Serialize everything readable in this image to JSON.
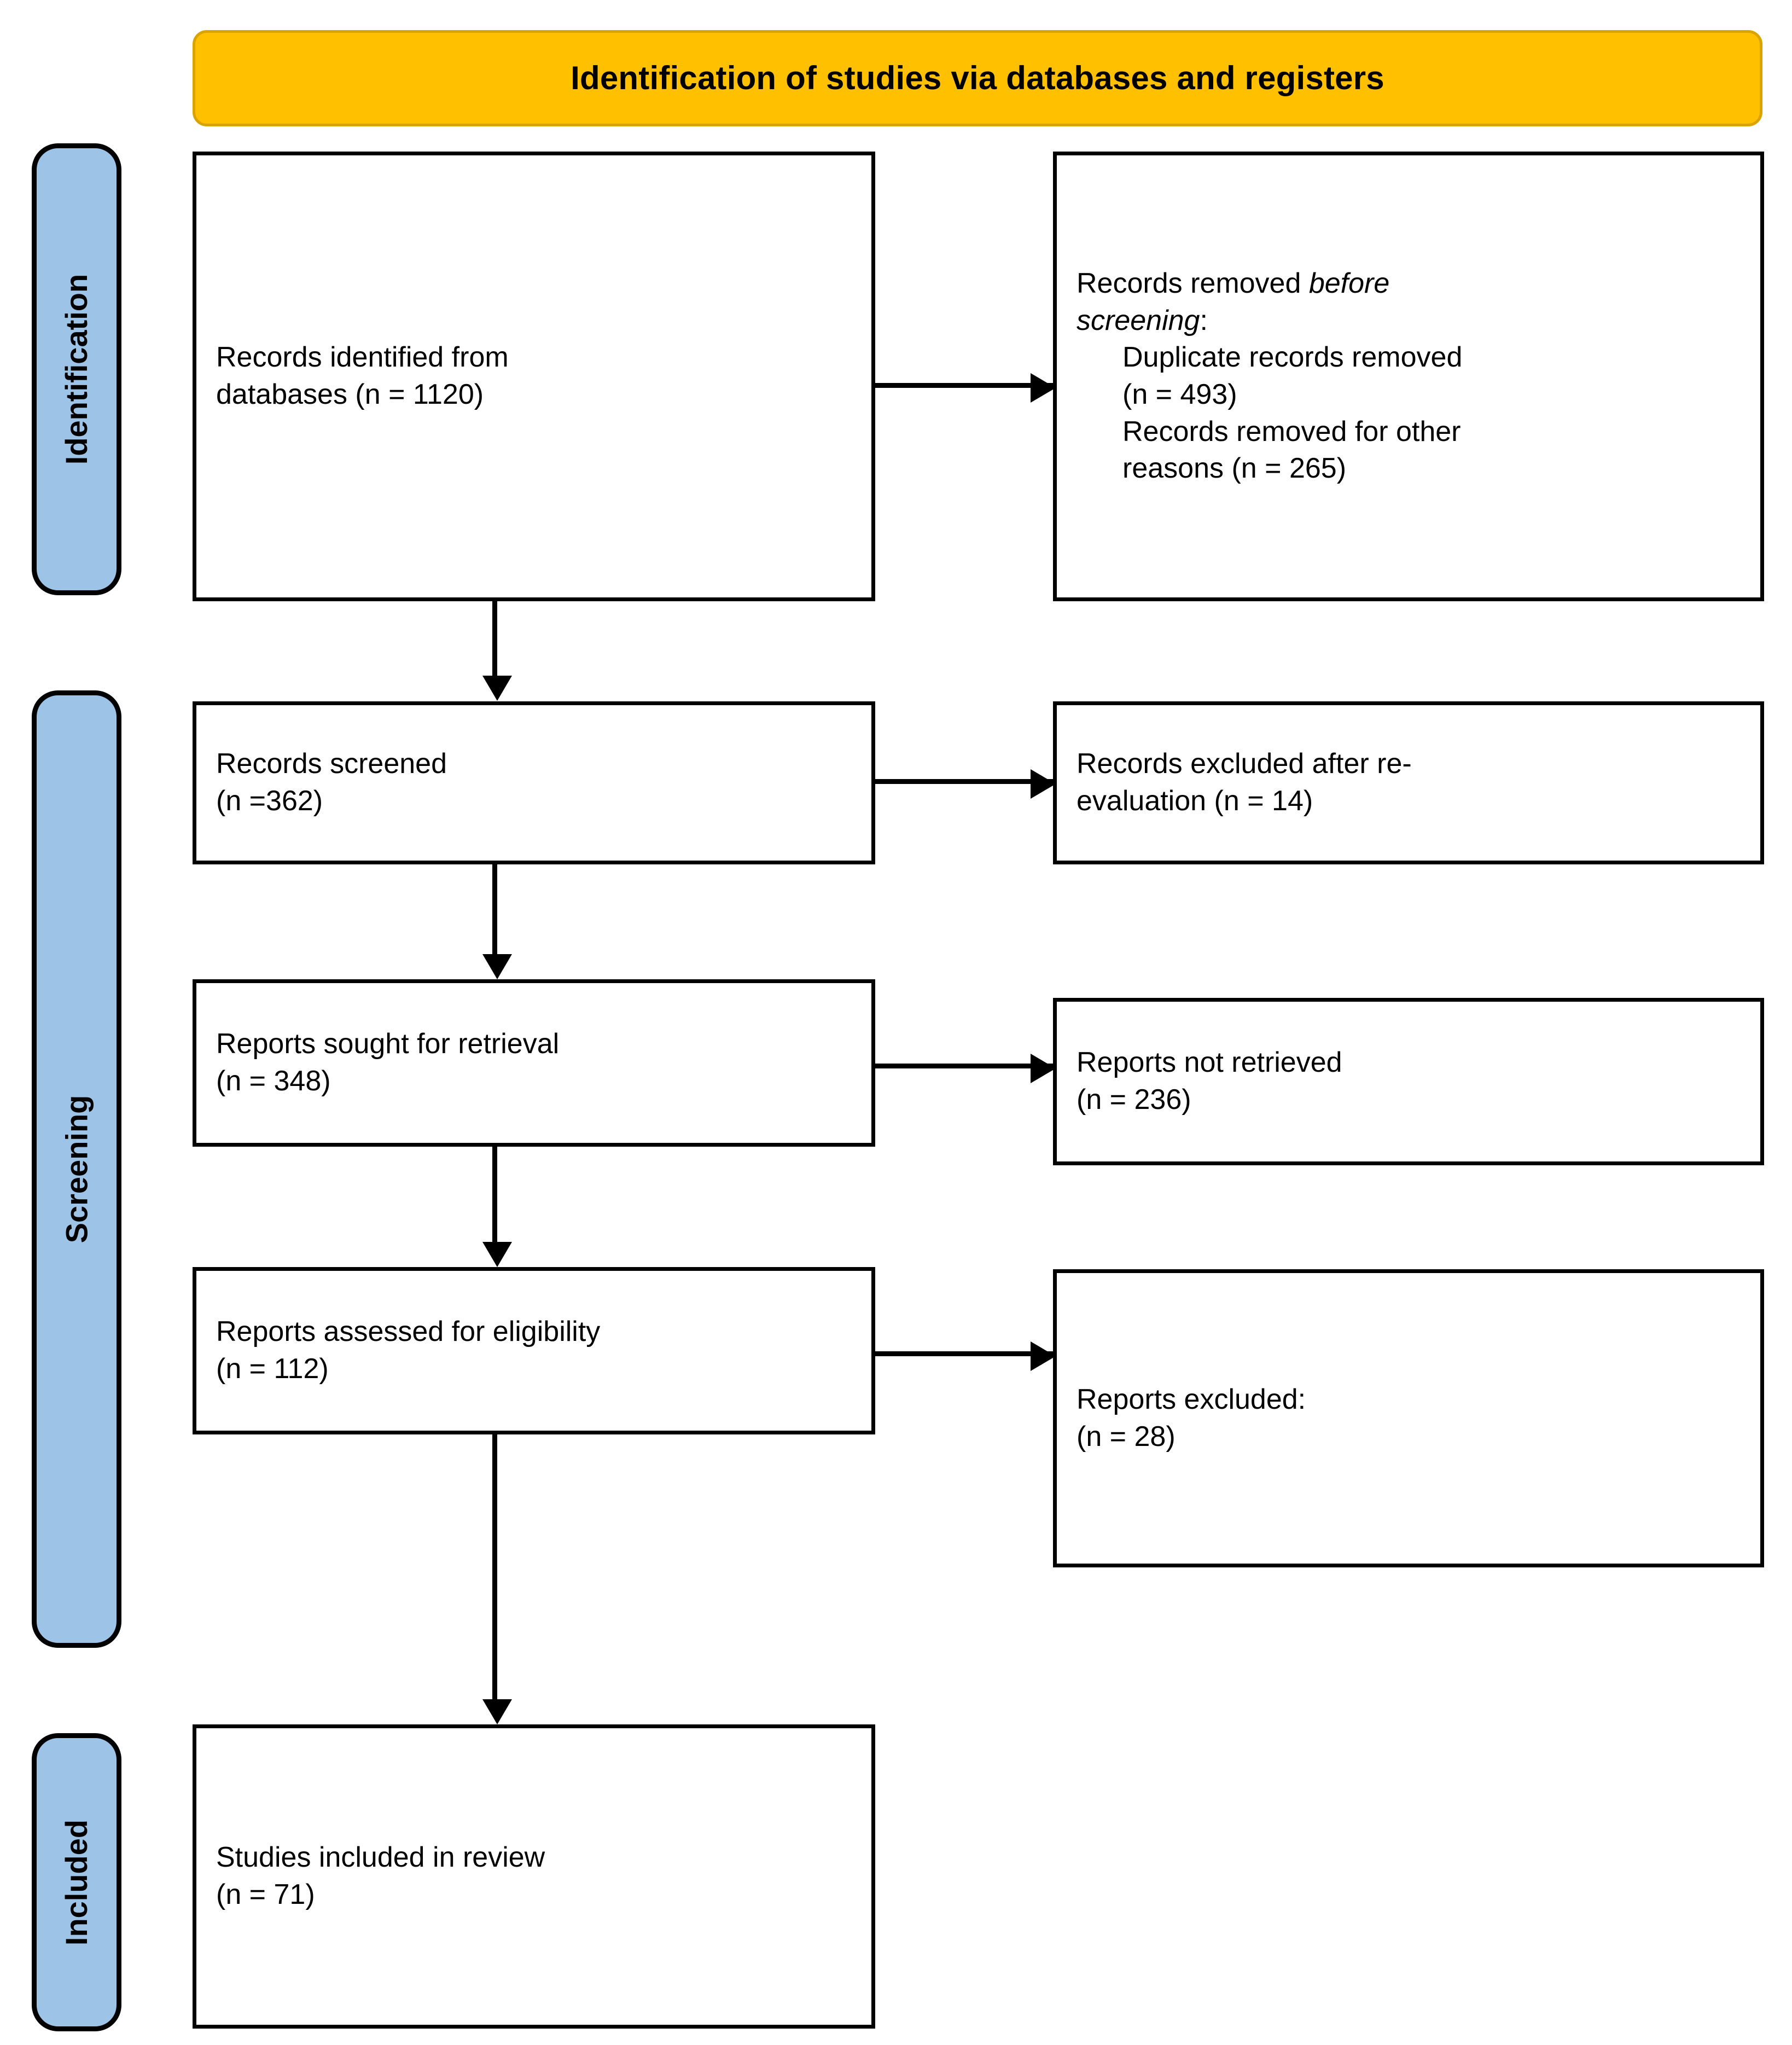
{
  "header": {
    "title": "Identification of studies via databases and registers",
    "background_color": "#FFC000",
    "border_color": "#D9A400"
  },
  "phases": {
    "accent_color": "#9DC3E6",
    "items": [
      {
        "id": "identification",
        "label": "Identification"
      },
      {
        "id": "screening",
        "label": "Screening"
      },
      {
        "id": "included",
        "label": "Included"
      }
    ]
  },
  "boxes": {
    "identified": {
      "line1": "Records identified from",
      "line2": "databases (n = 1120)"
    },
    "removed": {
      "line1_prefix": "Records removed ",
      "line1_em": "before",
      "line2_em": "screening",
      "line2_suffix": ":",
      "sub1_line1": "Duplicate records removed",
      "sub1_line2": "(n = 493)",
      "sub2_line1": "Records removed for other",
      "sub2_line2": "reasons (n = 265)"
    },
    "screened": {
      "line1": "Records screened",
      "line2": "(n =362)"
    },
    "excluded_screen": {
      "line1": "Records excluded after re-",
      "line2": "evaluation (n = 14)"
    },
    "sought": {
      "line1": "Reports sought for retrieval",
      "line2": "(n = 348)"
    },
    "not_retrieved": {
      "line1": "Reports not retrieved",
      "line2": "(n = 236)"
    },
    "assessed": {
      "line1": "Reports assessed for eligibility",
      "line2": "(n = 112)"
    },
    "excluded_reports": {
      "line1": "Reports excluded:",
      "line2": "(n = 28)"
    },
    "included": {
      "line1": "Studies included in review",
      "line2": "(n = 71)"
    }
  },
  "chart_data": {
    "type": "diagram",
    "title": "Identification of studies via databases and registers",
    "nodes": [
      {
        "id": "identified",
        "phase": "Identification",
        "column": "left",
        "label": "Records identified from databases",
        "n": 1120
      },
      {
        "id": "removed",
        "phase": "Identification",
        "column": "right",
        "label": "Records removed before screening",
        "n": null
      },
      {
        "id": "duplicates",
        "phase": "Identification",
        "column": "right",
        "label": "Duplicate records removed",
        "n": 493
      },
      {
        "id": "other_reasons",
        "phase": "Identification",
        "column": "right",
        "label": "Records removed for other reasons",
        "n": 265
      },
      {
        "id": "screened",
        "phase": "Screening",
        "column": "left",
        "label": "Records screened",
        "n": 362
      },
      {
        "id": "excluded_screen",
        "phase": "Screening",
        "column": "right",
        "label": "Records excluded after re-evaluation",
        "n": 14
      },
      {
        "id": "sought",
        "phase": "Screening",
        "column": "left",
        "label": "Reports sought for retrieval",
        "n": 348
      },
      {
        "id": "not_retrieved",
        "phase": "Screening",
        "column": "right",
        "label": "Reports not retrieved",
        "n": 236
      },
      {
        "id": "assessed",
        "phase": "Screening",
        "column": "left",
        "label": "Reports assessed for eligibility",
        "n": 112
      },
      {
        "id": "excluded_reports",
        "phase": "Screening",
        "column": "right",
        "label": "Reports excluded",
        "n": 28
      },
      {
        "id": "included",
        "phase": "Included",
        "column": "left",
        "label": "Studies included in review",
        "n": 71
      }
    ],
    "edges": [
      {
        "from": "identified",
        "to": "removed",
        "direction": "right"
      },
      {
        "from": "identified",
        "to": "screened",
        "direction": "down"
      },
      {
        "from": "screened",
        "to": "excluded_screen",
        "direction": "right"
      },
      {
        "from": "screened",
        "to": "sought",
        "direction": "down"
      },
      {
        "from": "sought",
        "to": "not_retrieved",
        "direction": "right"
      },
      {
        "from": "sought",
        "to": "assessed",
        "direction": "down"
      },
      {
        "from": "assessed",
        "to": "excluded_reports",
        "direction": "right"
      },
      {
        "from": "assessed",
        "to": "included",
        "direction": "down"
      }
    ]
  }
}
